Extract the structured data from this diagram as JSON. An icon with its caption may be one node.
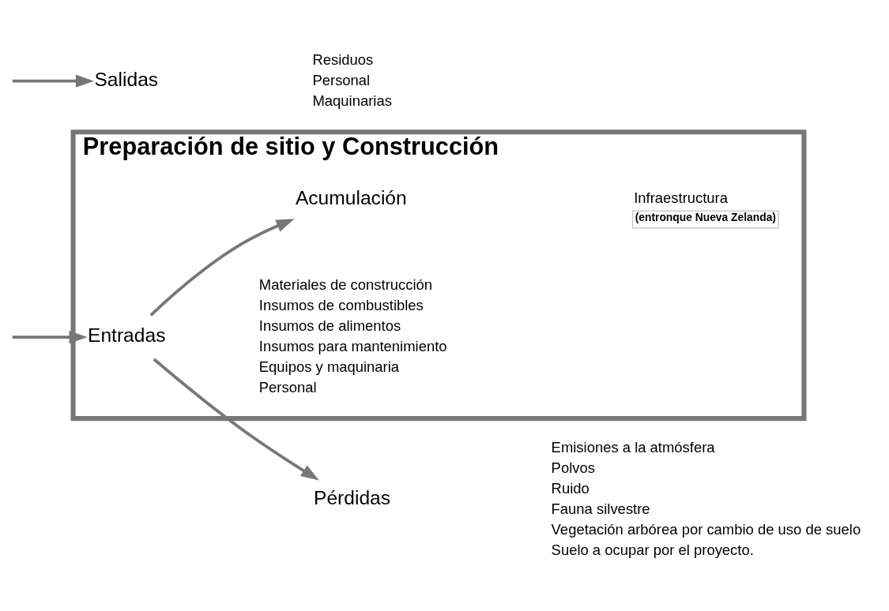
{
  "diagram": {
    "nodes": [
      {
        "text": [
          "Preparación de sitio y Construcción"
        ]
      },
      {
        "text": [
          "Entradas"
        ],
        "in": 0,
        "beside": [
          "Materiales de construcción",
          "Insumos de combustibles",
          "Insumos de alimentos",
          "Insumos para mantenimiento",
          "Equipos y maquinaria",
          "Personal"
        ]
      },
      {
        "text": [
          "Pérdidas"
        ],
        "beside": [
          "Emisiones a la atmósfera",
          "Polvos",
          "Ruido",
          "Fauna silvestre",
          "Vegetación arbórea por cambio de uso de suelo",
          "Suelo a ocupar por el proyecto."
        ]
      },
      {
        "text": [
          "Acumulación"
        ],
        "in": 0,
        "beside": [
          "Infraestructura",
          "(entronque Nueva Zelanda)"
        ]
      },
      {
        "text": [
          "Salidas"
        ],
        "beside": [
          "Residuos",
          "Personal",
          "Maquinarias"
        ]
      }
    ],
    "edges": [
      {
        "from": null,
        "to": 1,
        "arrow": "to"
      },
      {
        "from": 1,
        "to": 2,
        "arrow": "to"
      },
      {
        "from": 1,
        "to": 3,
        "arrow": "to"
      },
      {
        "from": null,
        "to": 4,
        "arrow": "to"
      }
    ]
  }
}
